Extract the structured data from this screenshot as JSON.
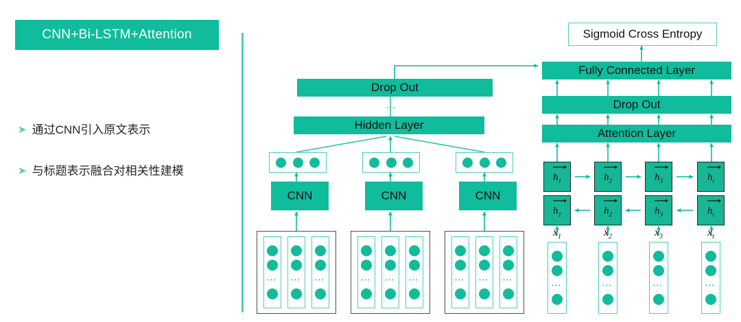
{
  "slide": {
    "title": "CNN+Bi-LSTM+Attention",
    "accent_color": "#10BC9C",
    "accent_light": "#4CCFB1",
    "dark_border": "#4D4D4D",
    "bullets": [
      {
        "marker": "➤",
        "text": "通过CNN引入原文表示"
      },
      {
        "marker": "➤",
        "text": "与标题表示融合对相关性建模"
      }
    ]
  },
  "left_branch": {
    "dropout_label": "Drop Out",
    "ellipsis": "…",
    "hidden_layer_label": "Hidden Layer",
    "cnn_label": "CNN",
    "cnn_blocks": [
      "CNN",
      "CNN",
      "CNN"
    ],
    "feature_boxes": [
      {
        "dots": 3
      },
      {
        "dots": 3
      },
      {
        "dots": 3
      }
    ],
    "input_groups": [
      {
        "vectors": [
          {
            "top_dots": 2,
            "ellipsis": "⋯",
            "bottom_dots": 1
          },
          {
            "top_dots": 2,
            "ellipsis": "⋯",
            "bottom_dots": 1
          },
          {
            "top_dots": 2,
            "ellipsis": "⋯",
            "bottom_dots": 1
          }
        ]
      },
      {
        "vectors": [
          {
            "top_dots": 2,
            "ellipsis": "⋯",
            "bottom_dots": 1
          },
          {
            "top_dots": 2,
            "ellipsis": "⋯",
            "bottom_dots": 1
          },
          {
            "top_dots": 2,
            "ellipsis": "⋯",
            "bottom_dots": 1
          }
        ]
      },
      {
        "vectors": [
          {
            "top_dots": 2,
            "ellipsis": "⋯",
            "bottom_dots": 1
          },
          {
            "top_dots": 2,
            "ellipsis": "⋯",
            "bottom_dots": 1
          },
          {
            "top_dots": 2,
            "ellipsis": "⋯",
            "bottom_dots": 1
          }
        ]
      }
    ]
  },
  "right_branch": {
    "loss_label": "Sigmoid Cross Entropy",
    "fully_connected_label": "Fully Connected Layer",
    "dropout_label": "Drop Out",
    "attention_label": "Attention Layer",
    "forward_cells": [
      {
        "symbol": "h",
        "subscript": "1"
      },
      {
        "symbol": "h",
        "subscript": "2"
      },
      {
        "symbol": "h",
        "subscript": "3"
      },
      {
        "symbol": "h",
        "subscript": "t"
      }
    ],
    "backward_cells": [
      {
        "symbol": "h",
        "subscript": "1"
      },
      {
        "symbol": "h",
        "subscript": "2"
      },
      {
        "symbol": "h",
        "subscript": "3"
      },
      {
        "symbol": "h",
        "subscript": "t"
      }
    ],
    "input_labels": [
      {
        "symbol": "x",
        "subscript": "1"
      },
      {
        "symbol": "x",
        "subscript": "2"
      },
      {
        "symbol": "x",
        "subscript": "3"
      },
      {
        "symbol": "x",
        "subscript": "t"
      }
    ],
    "input_vectors": [
      {
        "top_dots": 2,
        "ellipsis": "⋯",
        "bottom_dots": 1
      },
      {
        "top_dots": 2,
        "ellipsis": "⋯",
        "bottom_dots": 1
      },
      {
        "top_dots": 2,
        "ellipsis": "⋯",
        "bottom_dots": 1
      },
      {
        "top_dots": 2,
        "ellipsis": "⋯",
        "bottom_dots": 1
      }
    ]
  }
}
